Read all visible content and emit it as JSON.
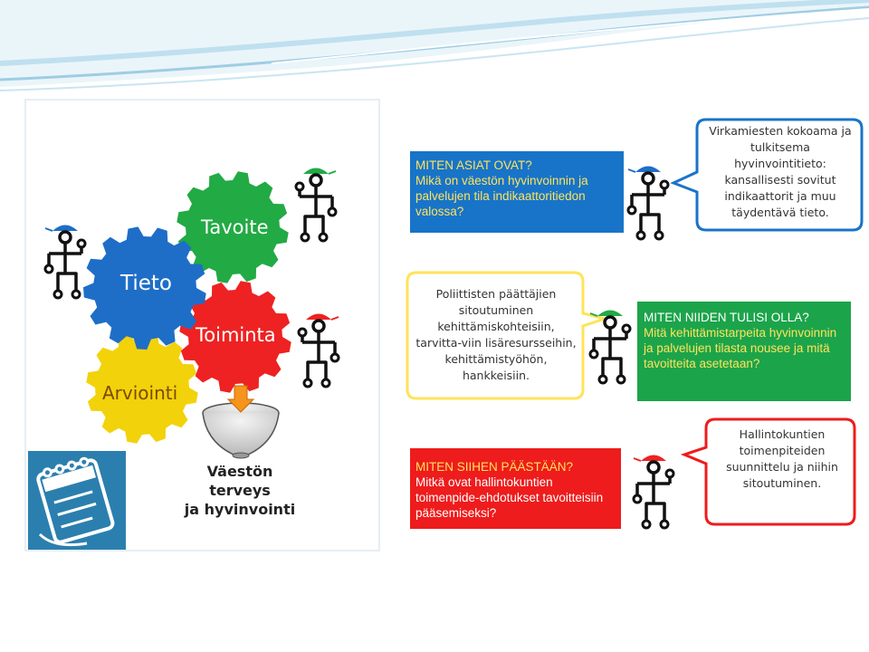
{
  "colors": {
    "blue_box": "#1874c9",
    "yellow_box": "#ffe35a",
    "green_box": "#1ca44b",
    "red_box": "#ee1c1c",
    "gear_green": "#22aa44",
    "gear_blue": "#1e6ec8",
    "gear_red": "#ee2222",
    "gear_yellow": "#f2d20a",
    "calendar_bg": "#2b7fae"
  },
  "gears": {
    "tavoite": "Tavoite",
    "tieto": "Tieto",
    "toiminta": "Toiminta",
    "arviointi": "Arviointi"
  },
  "center": {
    "line1": "Väestön",
    "line2": "terveys",
    "line3": "ja hyvinvointi"
  },
  "boxes": {
    "blue": {
      "heading": "MITEN ASIAT OVAT?",
      "body": "Mikä on väestön hyvinvoinnin ja palvelujen tila indikaattoritiedon valossa?"
    },
    "green": {
      "heading": "MITEN NIIDEN TULISI OLLA?",
      "body": "Mitä kehittämistarpeita hyvinvoinnin ja palvelujen tilasta nousee ja mitä tavoitteita asetetaan?"
    },
    "red": {
      "heading": "MITEN SIIHEN PÄÄSTÄÄN?",
      "body": "Mitkä ovat hallintokuntien toimenpide-ehdotukset tavoitteisiin pääsemiseksi?"
    }
  },
  "bubbles": {
    "top_right": "Virkamiesten kokoama ja tulkitsema hyvinvointitieto: kansallisesti sovitut indikaattorit ja muu täydentävä tieto.",
    "middle": "Poliittisten päättäjien sitoutuminen kehittämiskohteisiin, tarvitta-viin lisäresursseihin, kehittämistyöhön, hankkeisiin.",
    "bottom_right": "Hallintokuntien toimenpiteiden suunnittelu ja niihin sitoutuminen."
  },
  "icons": [
    "calendar-icon",
    "funnel-icon",
    "arrow-down-icon",
    "stick-figure-icon"
  ]
}
